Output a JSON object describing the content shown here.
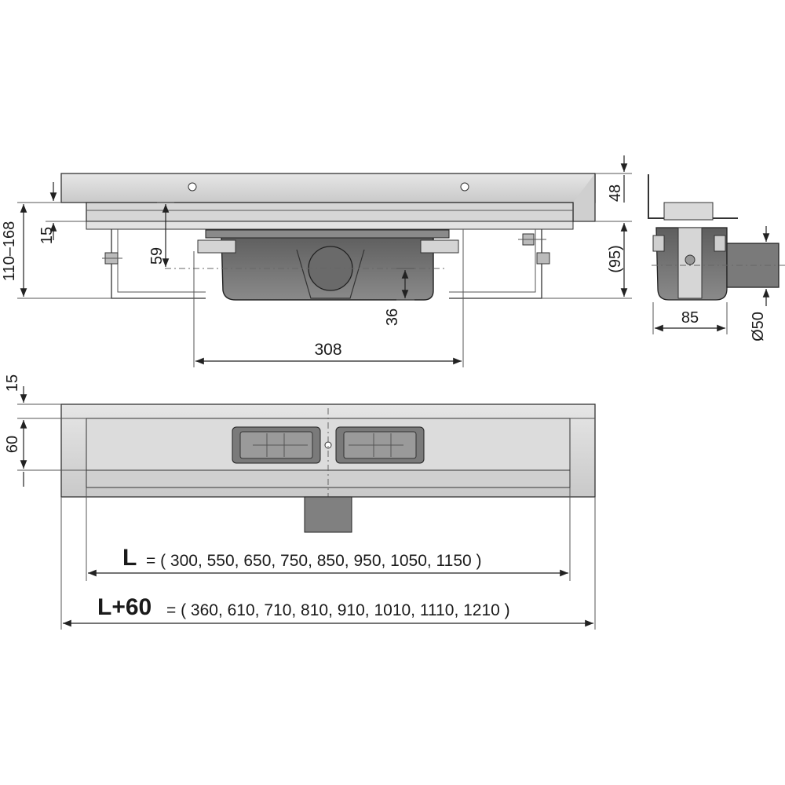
{
  "dimensions": {
    "side_top_height": "48",
    "flange_height": "15",
    "height_range": "110–168",
    "outlet_axis_height": "59",
    "bottom_height": "36",
    "body_height": "(95)",
    "body_width": "308",
    "profile_width": "85",
    "pipe_diameter": "Ø50",
    "plan_top": "15",
    "plan_depth": "60"
  },
  "length_l": {
    "label": "L",
    "values": "= ( 300, 550, 650, 750, 850, 950, 1050, 1150 )"
  },
  "length_l60": {
    "label": "L+60",
    "values": "= ( 360, 610, 710, 810, 910, 1010, 1110, 1210 )"
  },
  "colors": {
    "steel_light": "#d9d9d9",
    "steel_mid": "#c4c4c4",
    "body_dark": "#6f6f6f",
    "line": "#333333"
  }
}
